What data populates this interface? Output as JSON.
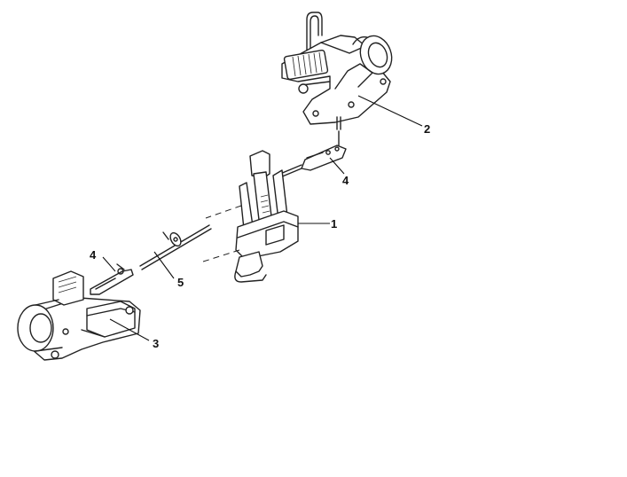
{
  "callouts": [
    {
      "id": "1",
      "label": "1"
    },
    {
      "id": "2",
      "label": "2"
    },
    {
      "id": "3",
      "label": "3"
    },
    {
      "id": "4a",
      "label": "4"
    },
    {
      "id": "4b",
      "label": "4"
    },
    {
      "id": "5",
      "label": "5"
    }
  ]
}
